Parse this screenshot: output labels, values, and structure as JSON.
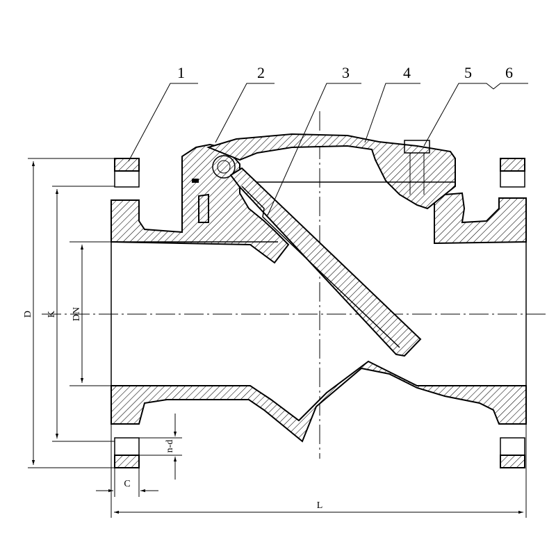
{
  "callouts": [
    "1",
    "2",
    "3",
    "4",
    "5",
    "6"
  ],
  "dimensions": {
    "D": "D",
    "K": "K",
    "DN": "DN",
    "n_d": "n-d",
    "C": "C",
    "L": "L"
  }
}
